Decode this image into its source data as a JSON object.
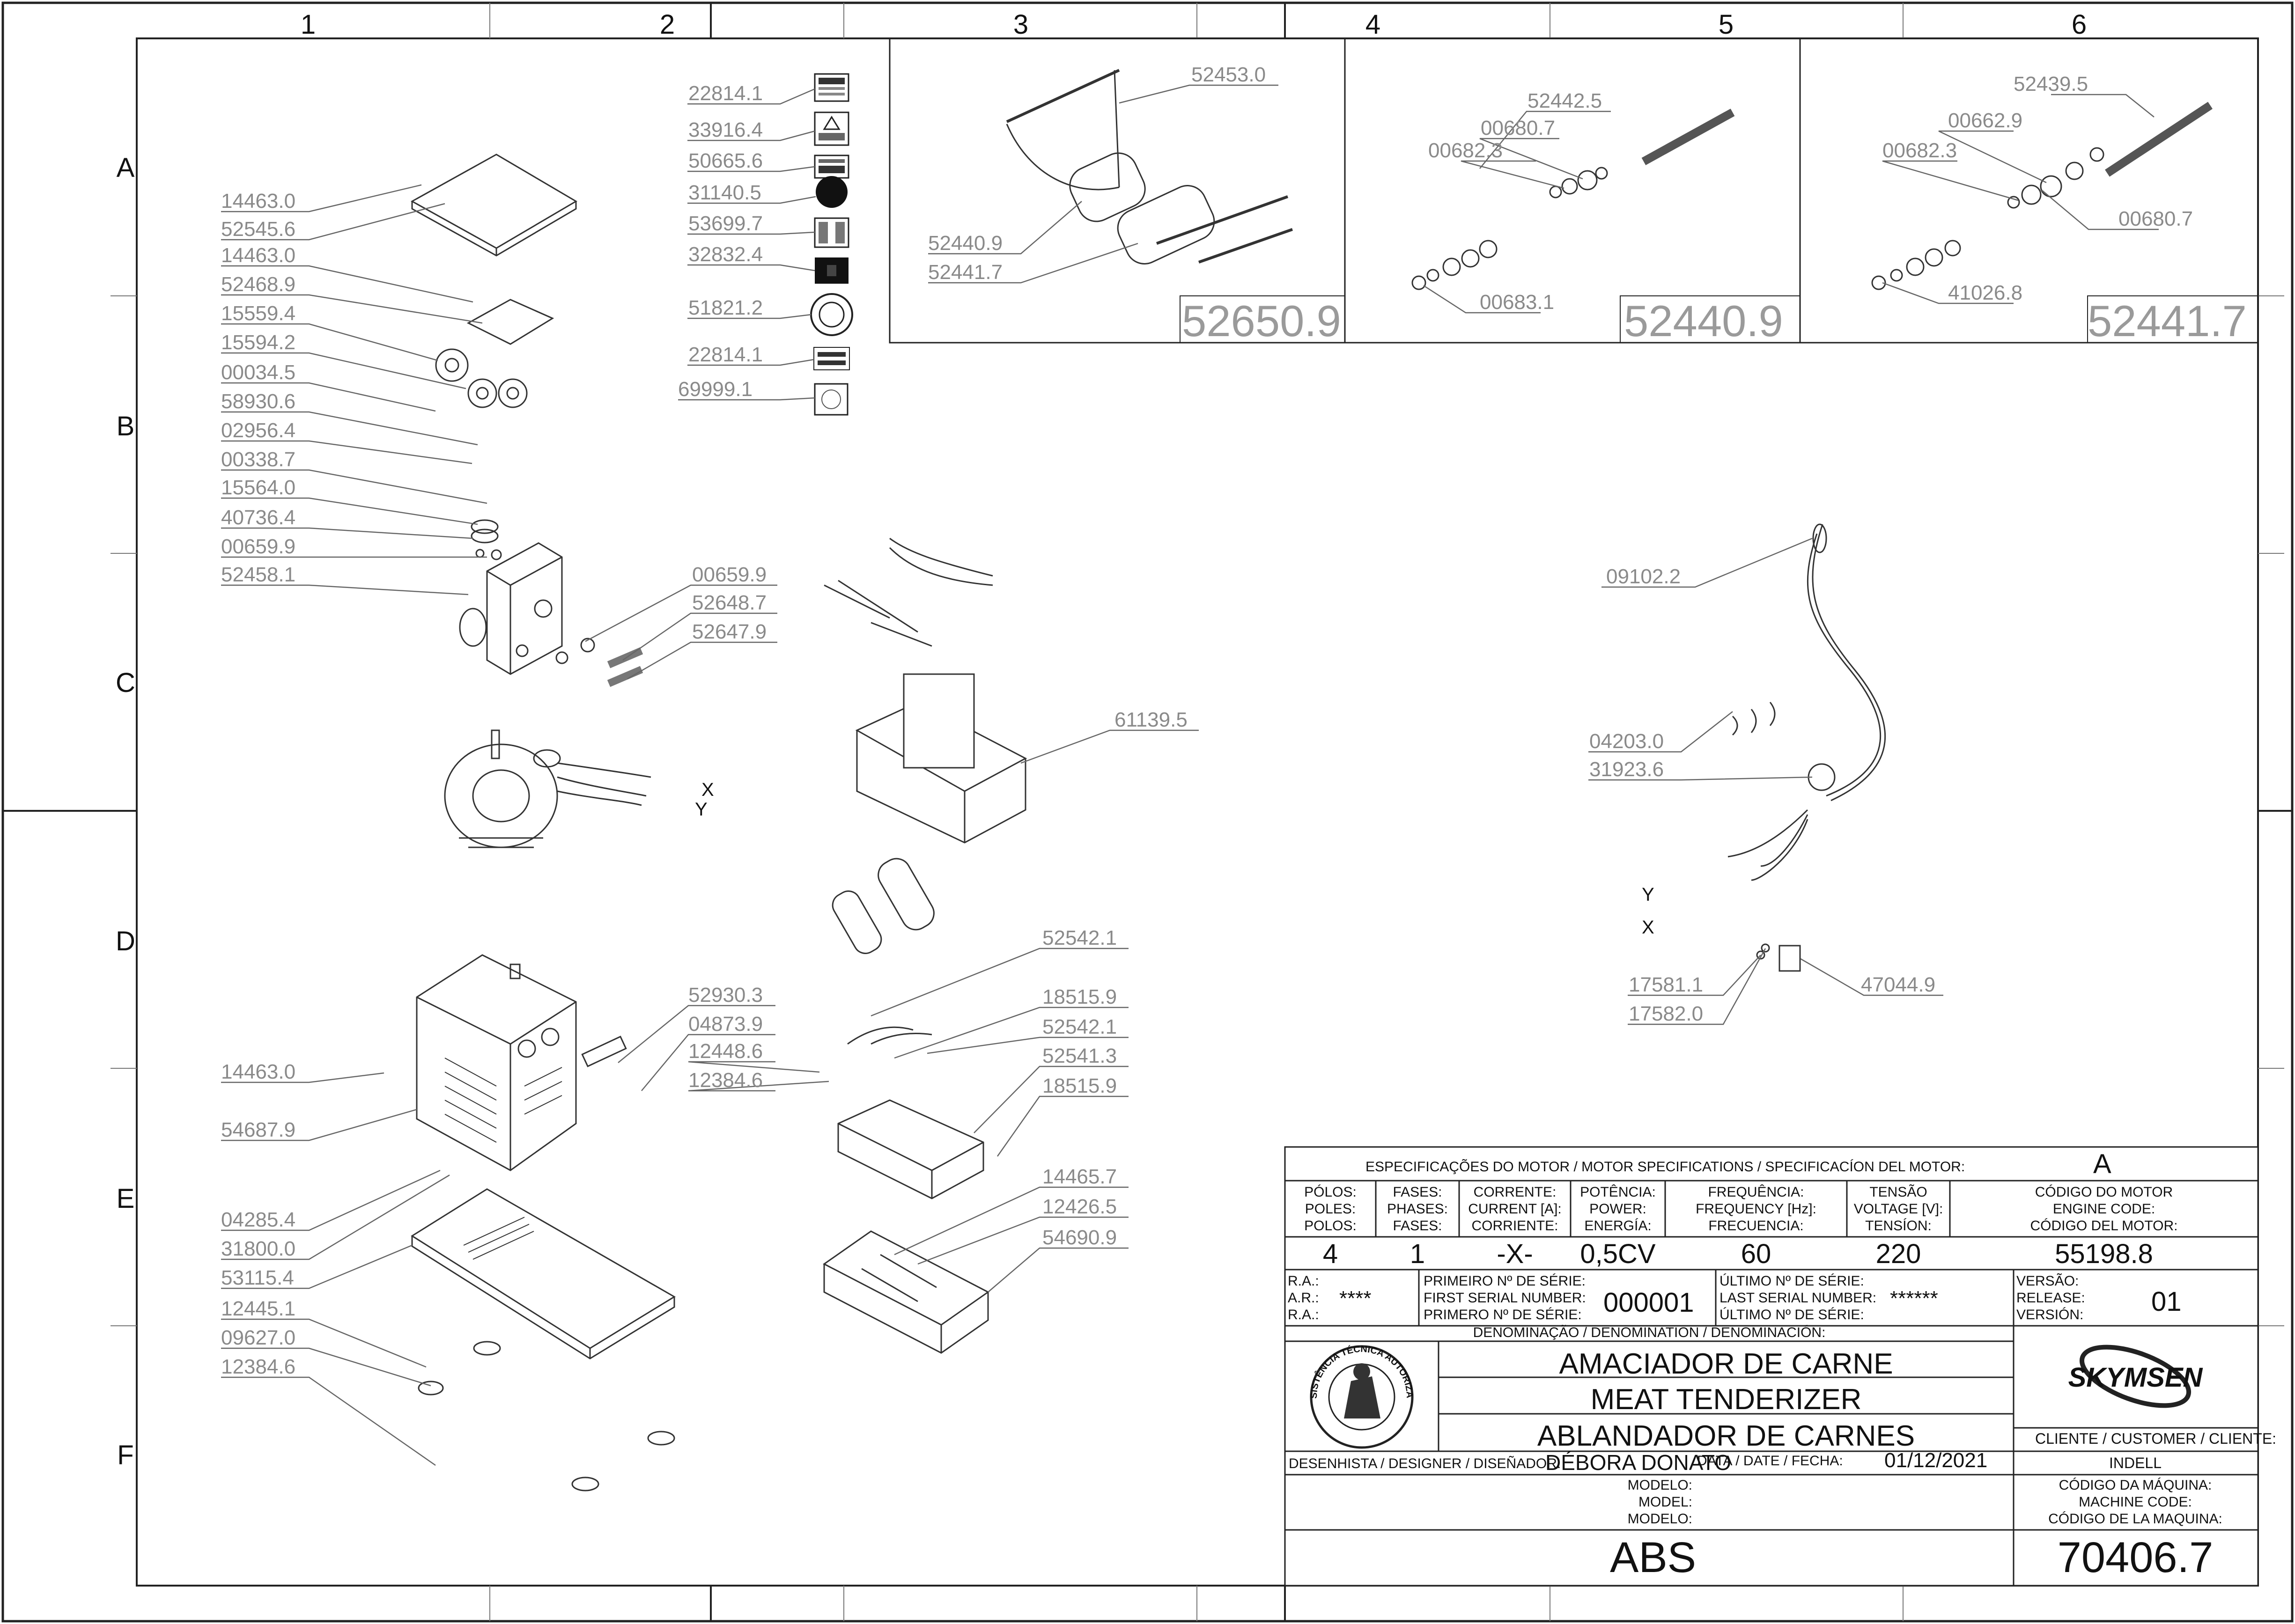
{
  "grid": {
    "columns": [
      "1",
      "2",
      "3",
      "4",
      "5",
      "6"
    ],
    "rows": [
      "A",
      "B",
      "C",
      "D",
      "E",
      "F"
    ]
  },
  "decals": {
    "labels": [
      "22814.1",
      "33916.4",
      "50665.6",
      "31140.5",
      "53699.7",
      "32832.4",
      "51821.2",
      "22814.1",
      "69999.1"
    ]
  },
  "part_labels": {
    "left_column": [
      "14463.0",
      "52545.6",
      "14463.0",
      "52468.9",
      "15559.4",
      "15594.2",
      "00034.5",
      "58930.6",
      "02956.4",
      "00338.7",
      "15564.0",
      "40736.4",
      "00659.9",
      "52458.1"
    ],
    "mid_c": [
      "00659.9",
      "52648.7",
      "52647.9"
    ],
    "axis_xy_1": [
      "X",
      "Y"
    ],
    "roller_set": [
      "52453.0",
      "52440.9",
      "52441.7"
    ],
    "shaft_a": [
      "52442.5",
      "00680.7",
      "00682.3",
      "00683.1"
    ],
    "shaft_b": [
      "52439.5",
      "00662.9",
      "00682.3",
      "00680.7",
      "41026.8"
    ],
    "cable": [
      "09102.2",
      "04203.0",
      "31923.6"
    ],
    "axis_xy_2": [
      "Y",
      "X"
    ],
    "switch": [
      "17581.1",
      "17582.0",
      "47044.9"
    ],
    "guide": "61139.5",
    "housing": [
      "14463.0",
      "54687.9",
      "04285.4",
      "31800.0",
      "53115.4",
      "12445.1",
      "09627.0",
      "12384.6"
    ],
    "comb": [
      "52930.3",
      "04873.9",
      "12448.6",
      "12384.6",
      "52542.1",
      "18515.9",
      "52542.1",
      "52541.3",
      "18515.9"
    ],
    "tray": [
      "14465.7",
      "12426.5",
      "54690.9"
    ]
  },
  "assembly_numbers": [
    "52650.9",
    "52440.9",
    "52441.7"
  ],
  "title_block": {
    "motor_spec_title": "ESPECIFICAÇÕES DO MOTOR / MOTOR SPECIFICATIONS / SPECIFICACÍON DEL MOTOR:",
    "motor_revision": "A",
    "headers": [
      [
        "PÓLOS:",
        "POLES:",
        "POLOS:"
      ],
      [
        "FASES:",
        "PHASES:",
        "FASES:"
      ],
      [
        "CORRENTE:",
        "CURRENT [A]:",
        "CORRIENTE:"
      ],
      [
        "POTÊNCIA:",
        "POWER:",
        "ENERGÍA:"
      ],
      [
        "FREQUÊNCIA:",
        "FREQUENCY [Hz]:",
        "FRECUENCIA:"
      ],
      [
        "TENSÃO",
        "VOLTAGE [V]:",
        "TENSÍON:"
      ],
      [
        "CÓDIGO DO MOTOR",
        "ENGINE CODE:",
        "CÓDIGO DEL MOTOR:"
      ]
    ],
    "values": [
      "4",
      "1",
      "-X-",
      "0,5CV",
      "60",
      "220",
      "55198.8"
    ],
    "ra_labels": [
      "R.A.:",
      "A.R.:",
      "R.A.:"
    ],
    "ra_value": "****",
    "first_serial_labels": [
      "PRIMEIRO Nº DE SÉRIE:",
      "FIRST SERIAL NUMBER:",
      "PRIMERO Nº DE SÉRIE:"
    ],
    "first_serial": "000001",
    "last_serial_labels": [
      "ÚLTIMO Nº DE SÉRIE:",
      "LAST SERIAL NUMBER:",
      "ÚLTIMO Nº DE SÉRIE:"
    ],
    "last_serial": "******",
    "version_labels": [
      "VERSÃO:",
      "RELEASE:",
      "VERSIÓN:"
    ],
    "version": "01",
    "denomination_label": "DENOMINAÇÃO / DENOMINATION / DENOMINACIÓN:",
    "names": [
      "AMACIADOR DE CARNE",
      "MEAT TENDERIZER",
      "ABLANDADOR DE CARNES"
    ],
    "brand": "SKYMSEN",
    "seal_text": "ASSISTÊNCIA TÉCNICA AUTORIZADA",
    "client_label": "CLIENTE / CUSTOMER / CLIENTE:",
    "client": "INDELL",
    "designer_label": "DESENHISTA / DESIGNER / DISEÑADOR:",
    "designer": "DÉBORA DONATO",
    "date_label": "DATA / DATE / FECHA:",
    "date": "01/12/2021",
    "model_labels": [
      "MODELO:",
      "MODEL:",
      "MODELO:"
    ],
    "model": "ABS",
    "machine_code_labels": [
      "CÓDIGO DA MÁQUINA:",
      "MACHINE CODE:",
      "CÓDIGO DE LA MAQUINA:"
    ],
    "machine_code": "70406.7"
  }
}
